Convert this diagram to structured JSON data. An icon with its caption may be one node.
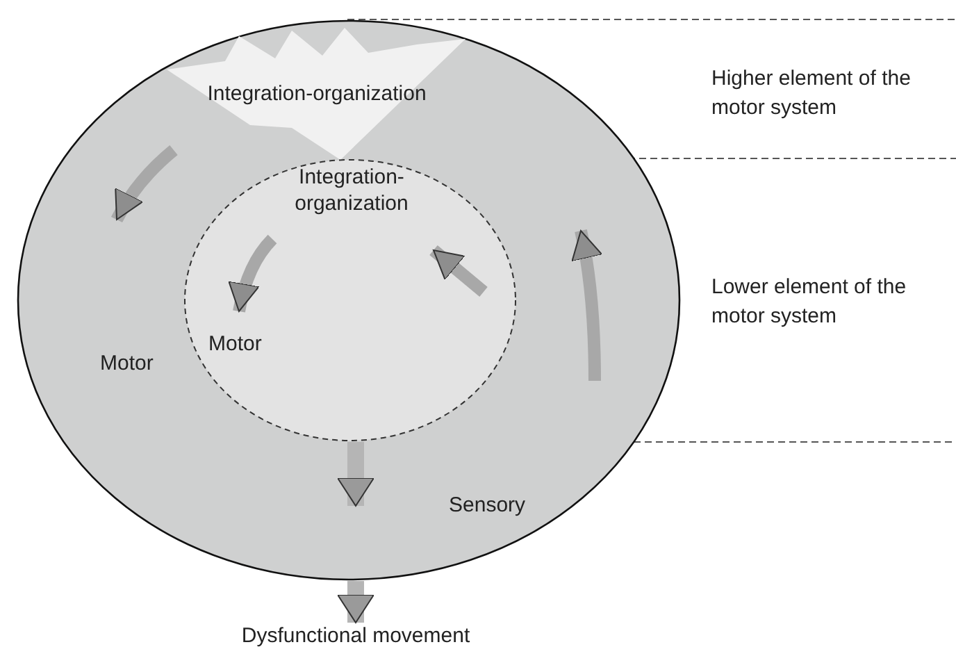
{
  "diagram": {
    "nodes": [
      {
        "text": [
          "Motor",
          "Sensory"
        ]
      },
      {
        "text": [
          "Integration-organization"
        ],
        "in": 0
      },
      {
        "text": [
          "Integration-organization",
          "Motor"
        ],
        "in": 0
      },
      {
        "text": [
          "Dysfunctional movement"
        ]
      }
    ],
    "edges": [
      {
        "from": 2,
        "to": 0,
        "arrow": "to"
      },
      {
        "from": 0,
        "to": 3,
        "arrow": "to"
      }
    ],
    "labels": [
      "Higher element of the motor system",
      "Lower element of the motor system"
    ]
  }
}
